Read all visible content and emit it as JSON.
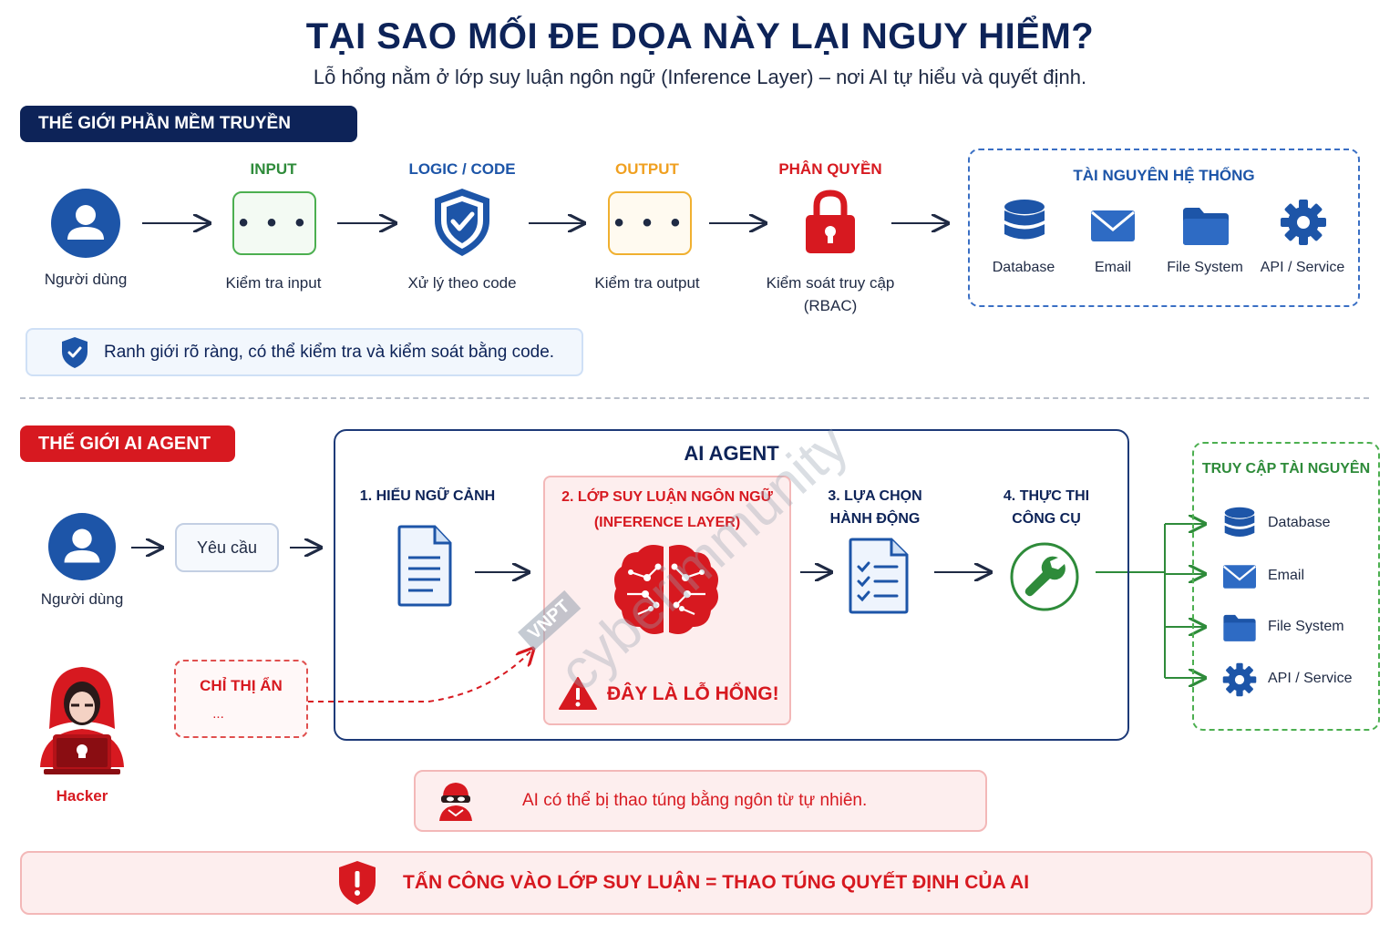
{
  "header": {
    "title": "TẠI SAO MỐI ĐE DỌA NÀY LẠI NGUY HIỂM?",
    "subtitle": "Lỗ hổng nằm ở lớp suy luận ngôn ngữ (Inference Layer) – nơi AI tự hiểu và quyết định."
  },
  "traditional": {
    "section_label": "THẾ GIỚI PHẦN MỀM TRUYỀN THỐNG",
    "user_label": "Người dùng",
    "steps": [
      {
        "head": "INPUT",
        "label": "Kiểm tra input",
        "color": "#2e8b3a"
      },
      {
        "head": "LOGIC / CODE",
        "label": "Xử lý theo code",
        "color": "#1d55a8"
      },
      {
        "head": "OUTPUT",
        "label": "Kiểm tra output",
        "color": "#f0a020"
      },
      {
        "head": "PHÂN QUYỀN",
        "label": "Kiểm soát truy cập",
        "label2": "(RBAC)",
        "color": "#d71920"
      }
    ],
    "dots": "• • •",
    "resources": {
      "title": "TÀI NGUYÊN HỆ THỐNG",
      "items": [
        "Database",
        "Email",
        "File System",
        "API / Service"
      ]
    },
    "note": "Ranh giới rõ ràng, có thể kiểm tra và kiểm soát bằng code."
  },
  "ai": {
    "section_label": "THẾ GIỚI AI AGENT",
    "user_label": "Người dùng",
    "request_label": "Yêu cầu",
    "agent_title": "AI AGENT",
    "col1": "1. HIỂU NGỮ CẢNH",
    "col2_line1": "2. LỚP SUY LUẬN NGÔN NGỮ",
    "col2_line2": "(INFERENCE LAYER)",
    "col3_line1": "3. LỰA CHỌN",
    "col3_line2": "HÀNH ĐỘNG",
    "col4_line1": "4. THỰC THI",
    "col4_line2": "CÔNG CỤ",
    "vulnerability": "ĐÂY LÀ LỖ HỔNG!",
    "hidden_title": "CHỈ THỊ ẨN",
    "hidden_dots": "...",
    "hacker_label": "Hacker",
    "resources": {
      "title": "TRUY CẬP TÀI NGUYÊN",
      "items": [
        "Database",
        "Email",
        "File System",
        "API / Service"
      ]
    },
    "manipulation_note": "AI có thể bị thao túng bằng ngôn từ tự nhiên."
  },
  "footer": {
    "conclusion": "TẤN CÔNG VÀO LỚP SUY LUẬN = THAO TÚNG QUYẾT ĐỊNH CỦA AI"
  },
  "watermark": {
    "text": "cyberimmunity",
    "tag": "VNPT"
  },
  "colors": {
    "navy": "#0d2358",
    "blue": "#1d55a8",
    "red": "#d71920",
    "green": "#2e8b3a",
    "orange": "#f0a020"
  }
}
